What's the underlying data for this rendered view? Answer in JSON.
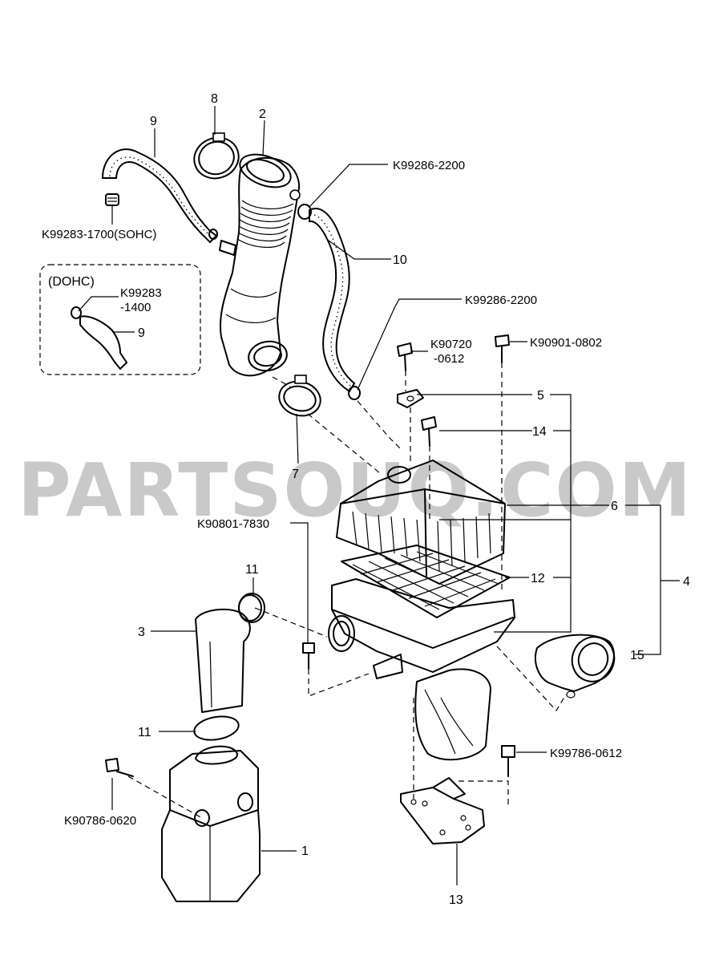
{
  "watermark": "PARTSOUQ.COM",
  "dohc_box": {
    "title": "(DOHC)",
    "part_a": "K99283",
    "part_b": "-1400",
    "callout": "9"
  },
  "callouts": {
    "c1": "1",
    "c2": "2",
    "c3": "3",
    "c4": "4",
    "c5": "5",
    "c6": "6",
    "c7": "7",
    "c8": "8",
    "c9": "9",
    "c10": "10",
    "c11a": "11",
    "c11b": "11",
    "c12": "12",
    "c13": "13",
    "c14": "14",
    "c15": "15"
  },
  "part_numbers": {
    "k99286_top": "K99286-2200",
    "k99283_sohc": "K99283-1700(SOHC)",
    "k99286_mid": "K99286-2200",
    "k90720_a": "K90720",
    "k90720_b": "-0612",
    "k90901": "K90901-0802",
    "k90801": "K90801-7830",
    "k99786": "K99786-0612",
    "k90786": "K90786-0620"
  }
}
